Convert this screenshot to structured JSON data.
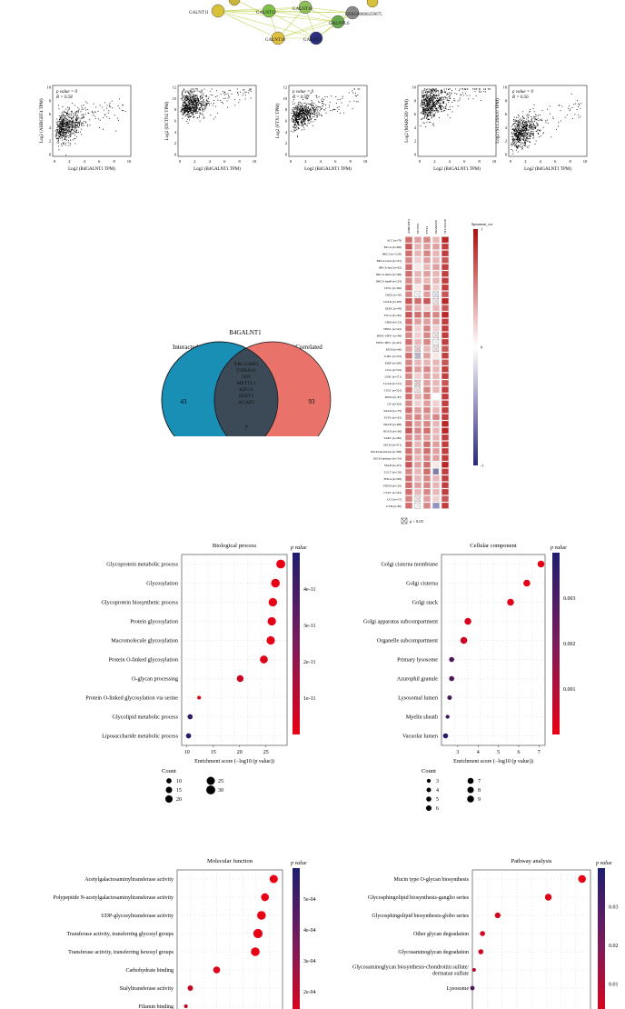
{
  "network": {
    "nodes": [
      {
        "label": "GALNT11"
      },
      {
        "label": "GALNT12"
      },
      {
        "label": "GALNT16"
      },
      {
        "label": "ENSG00000259075"
      },
      {
        "label": "GALNTL6"
      },
      {
        "label": "GALNT18"
      },
      {
        "label": "GALNT3"
      }
    ],
    "colors": [
      "#d9c23a",
      "#7fbf4a",
      "#8fbf5a",
      "#8a8a8a",
      "#6aa84f",
      "#e0c040",
      "#2a2f7f"
    ]
  },
  "scatter_panels": [
    {
      "stat_p": "p value = 0",
      "stat_r": "R = 0.58",
      "xlabel": "Log2 (B4GALNT1 TPM)",
      "ylabel": "Log2 (AHRGEF4 TPM)",
      "ymax": 10,
      "xmax": 10,
      "xticks": [
        "0",
        "2",
        "4",
        "6",
        "8",
        "10"
      ],
      "yticks": [
        "0",
        "2",
        "4",
        "6",
        "8",
        "10"
      ]
    },
    {
      "stat_p": "p value = 0",
      "stat_r": "R = 0.49",
      "xlabel": "Log2 (B4GALNT1 TPM)",
      "ylabel": "Log2 (DCTN2 TPM)",
      "ymax": 12,
      "xmax": 10,
      "xticks": [
        "0",
        "2",
        "4",
        "6",
        "8",
        "10"
      ],
      "yticks": [
        "0",
        "2",
        "4",
        "6",
        "8",
        "10",
        "12"
      ]
    },
    {
      "stat_p": "p value = 0",
      "stat_r": "R = 0.56",
      "xlabel": "Log2 (B4GALNT1 TPM)",
      "ylabel": "Log2 (FTX1 TPM)",
      "ymax": 12,
      "xmax": 10,
      "xticks": [
        "0",
        "2",
        "4",
        "6",
        "8",
        "10"
      ],
      "yticks": [
        "0",
        "2",
        "4",
        "6",
        "8",
        "10",
        "12"
      ]
    },
    {
      "stat_p": "p value = 0",
      "stat_r": "R = 0.47",
      "xlabel": "Log2 (B4GALNT1 TPM)",
      "ylabel": "Log2 (MARCH9 TPM)",
      "ymax": 10,
      "xmax": 10,
      "xticks": [
        "0",
        "2",
        "4",
        "6",
        "8",
        "10"
      ],
      "yticks": [
        "0",
        "2",
        "4",
        "6",
        "8",
        "10"
      ]
    },
    {
      "stat_p": "p value = 0",
      "stat_r": "R = 0.56",
      "xlabel": "Log2 (B4GALNT1 TPM)",
      "ylabel": "Log2 (SLC26A10 TPM)",
      "ymax": 10,
      "xmax": 10,
      "xticks": [
        "0",
        "2",
        "4",
        "6",
        "8",
        "10"
      ],
      "yticks": [
        "0",
        "2",
        "4",
        "6",
        "8",
        "10"
      ]
    }
  ],
  "venn": {
    "title": "B4GALNT1",
    "left_label": "Interacted",
    "right_label": "Correlated",
    "left_count": "43",
    "right_count": "93",
    "overlap_count": "7",
    "overlap_genes": [
      "XRCC6BP1",
      "TSPAN31",
      "OS9",
      "METTL1",
      "KIF5A",
      "DDIT3",
      "AGAP2"
    ],
    "left_color": "#1a8fb5",
    "right_color": "#e9736a",
    "overlap_color": "#3c4a57"
  },
  "heatmap": {
    "genes": [
      "AHRGEF4",
      "DCTN2",
      "FTX1",
      "MARCH9",
      "SLC26A10"
    ],
    "cancers": [
      "ACC (n=79)",
      "BLCA (n=408)",
      "BRCA (n=1100)",
      "BRCA-basal (n=191)",
      "BRCA-her2 (n=82)",
      "BRCA-lumA (n=568)",
      "BRCA-lumB (n=219)",
      "CESC (n=306)",
      "CHOL (n=36)",
      "COAD (n=458)",
      "DLBC (n=48)",
      "ESCA (n=185)",
      "GBM (n=153)",
      "HNSC (n=522)",
      "HNSC-HPV+ (n=98)",
      "HNSC-HPV- (n=422)",
      "KICH (n=66)",
      "KIRC (n=533)",
      "KIRP (n=290)",
      "LGG (n=516)",
      "LIHC (n=371)",
      "LUAD (n=515)",
      "LUSC (n=501)",
      "MESO (n=87)",
      "OV (n=303)",
      "PAAD (n=179)",
      "PCPG (n=181)",
      "PRAD (n=498)",
      "READ (n=166)",
      "SARC (n=260)",
      "SKCM (n=471)",
      "SKCM-metastasis (n=368)",
      "SKCM-primary (n=103)",
      "STAD (n=415)",
      "TGCT (n=150)",
      "THCA (n=509)",
      "THYM (n=120)",
      "UCEC (n=545)",
      "UCS (n=57)",
      "UVM (n=80)"
    ],
    "legend_title": "Spearman_cor",
    "legend_ticks": [
      "1",
      "0",
      "-1"
    ],
    "ns_label": "p > 0.05",
    "sig_label": "p≤0.05",
    "values": [
      [
        0.6,
        0.4,
        0.5,
        0.3,
        0.9
      ],
      [
        0.7,
        0.3,
        0.4,
        0.4,
        0.8
      ],
      [
        0.6,
        0.3,
        0.5,
        0.3,
        0.8
      ],
      [
        0.5,
        0.2,
        0.4,
        0.3,
        0.7
      ],
      [
        0.6,
        0.1,
        0.3,
        0.4,
        0.8
      ],
      [
        0.6,
        0.3,
        0.4,
        0.3,
        0.8
      ],
      [
        0.5,
        0.3,
        0.3,
        0.3,
        0.8
      ],
      [
        0.6,
        0.1,
        0.5,
        0.2,
        0.8
      ],
      [
        0.5,
        0.0,
        0.4,
        -0.1,
        0.7
      ],
      [
        0.7,
        0.6,
        0.7,
        0.1,
        0.9
      ],
      [
        0.5,
        0.3,
        0.2,
        0.3,
        0.7
      ],
      [
        0.7,
        0.6,
        0.6,
        0.5,
        0.9
      ],
      [
        0.6,
        0.4,
        0.4,
        0.4,
        0.8
      ],
      [
        0.6,
        0.2,
        0.5,
        0.2,
        0.8
      ],
      [
        0.5,
        0.2,
        0.5,
        0.1,
        0.8
      ],
      [
        0.6,
        0.3,
        0.5,
        0.0,
        0.8
      ],
      [
        0.4,
        0.2,
        0.3,
        0.1,
        0.7
      ],
      [
        0.6,
        -0.3,
        0.4,
        0.1,
        0.8
      ],
      [
        0.5,
        0.3,
        0.3,
        0.3,
        0.7
      ],
      [
        0.6,
        0.4,
        0.5,
        0.3,
        0.8
      ],
      [
        0.5,
        0.2,
        0.4,
        0.3,
        0.8
      ],
      [
        0.5,
        0.2,
        0.4,
        0.3,
        0.7
      ],
      [
        0.6,
        0.1,
        0.5,
        0.3,
        0.8
      ],
      [
        0.6,
        0.3,
        0.5,
        0.0,
        0.8
      ],
      [
        0.5,
        0.2,
        0.4,
        0.2,
        0.8
      ],
      [
        0.6,
        0.4,
        0.5,
        0.3,
        0.8
      ],
      [
        0.5,
        0.5,
        0.4,
        0.5,
        0.8
      ],
      [
        0.6,
        0.4,
        0.5,
        0.3,
        0.9
      ],
      [
        0.7,
        0.5,
        0.6,
        0.3,
        0.9
      ],
      [
        0.5,
        0.4,
        0.4,
        0.3,
        0.8
      ],
      [
        0.6,
        0.3,
        0.6,
        0.4,
        0.8
      ],
      [
        0.6,
        0.4,
        0.6,
        0.4,
        0.8
      ],
      [
        0.6,
        0.3,
        0.5,
        0.4,
        0.8
      ],
      [
        0.7,
        0.4,
        0.6,
        0.1,
        0.9
      ],
      [
        0.5,
        0.3,
        0.6,
        -0.6,
        0.8
      ],
      [
        0.6,
        0.3,
        0.5,
        0.3,
        0.8
      ],
      [
        0.6,
        0.4,
        0.5,
        0.3,
        0.8
      ],
      [
        0.6,
        0.3,
        0.5,
        0.3,
        0.8
      ],
      [
        0.5,
        0.1,
        0.4,
        0.2,
        0.7
      ],
      [
        0.6,
        0.0,
        0.5,
        -0.5,
        0.8
      ]
    ],
    "ns_cells": [
      [
        8,
        1
      ],
      [
        8,
        3
      ],
      [
        9,
        3
      ],
      [
        14,
        3
      ],
      [
        15,
        3
      ],
      [
        16,
        1
      ],
      [
        16,
        3
      ],
      [
        17,
        1
      ],
      [
        21,
        1
      ],
      [
        22,
        1
      ],
      [
        34,
        3
      ],
      [
        38,
        1
      ],
      [
        39,
        1
      ]
    ]
  },
  "chart_data": [
    {
      "type": "scatter",
      "title": "Biological process",
      "xlabel": "Enrichment score (−log10 (p value))",
      "color_label": "p value",
      "xlim": [
        9,
        29
      ],
      "xticks": [
        10,
        15,
        20,
        25
      ],
      "color_range": [
        1e-13,
        5e-11
      ],
      "color_ticks": [
        "4e-11",
        "3e-11",
        "2e-11",
        "1e-11"
      ],
      "size_legend_title": "Count",
      "size_legend": [
        10,
        15,
        20,
        25,
        30
      ],
      "categories": [
        "Glycoprotein metabolic process",
        "Glycosylation",
        "Glycoprotein biosynthetic process",
        "Protein glycosylation",
        "Macromolecule glycosylation",
        "Protein O-linked glycosylation",
        "O-glycan processing",
        "Protein O-linked glycosylation via serine",
        "Glycolipid metabolic process",
        "Liposaccharide metabolic process"
      ],
      "x": [
        27.8,
        26.8,
        26.3,
        26.1,
        25.9,
        24.6,
        20.1,
        12.3,
        10.6,
        10.3
      ],
      "count": [
        30,
        28,
        27,
        26,
        26,
        23,
        17,
        5,
        10,
        10
      ],
      "pvalue": [
        1e-13,
        2e-13,
        5e-13,
        8e-13,
        1.2e-12,
        2e-12,
        8e-12,
        2e-12,
        4.5e-11,
        4.8e-11
      ]
    },
    {
      "type": "scatter",
      "title": "Cellular component",
      "xlabel": "Enrichment score (−log10 (p value))",
      "color_label": "p value",
      "xlim": [
        2.2,
        7.3
      ],
      "xticks": [
        3,
        4,
        5,
        6,
        7
      ],
      "color_range": [
        0,
        0.0035
      ],
      "color_ticks": [
        "0.003",
        "0.002",
        "0.001"
      ],
      "size_legend_title": "Count",
      "size_legend": [
        3,
        4,
        5,
        6,
        7,
        8,
        9
      ],
      "categories": [
        "Golgi cisterna membrane",
        "Golgi cisterna",
        "Golgi stack",
        "Golgi apparatus subcompartment",
        "Organelle subcompartment",
        "Primary lysosome",
        "Azurophil granule",
        "Lysosomal lumen",
        "Myelin sheath",
        "Vacuolar lumen"
      ],
      "x": [
        7.1,
        6.4,
        5.6,
        3.5,
        3.3,
        2.7,
        2.7,
        2.6,
        2.5,
        2.4
      ],
      "count": [
        9,
        9,
        9,
        9,
        9,
        5,
        5,
        4,
        3,
        5
      ],
      "pvalue": [
        1e-05,
        3e-05,
        0.0001,
        0.0003,
        0.0005,
        0.0027,
        0.0027,
        0.0028,
        0.003,
        0.0034
      ]
    },
    {
      "type": "scatter",
      "title": "Molecular function",
      "color_label": "p value",
      "xlim": [
        3,
        15
      ],
      "color_range": [
        0,
        0.0006
      ],
      "color_ticks": [
        "5e-04",
        "4e-04",
        "3e-04",
        "2e-04"
      ],
      "categories": [
        "Acetylgalactosaminyltransferase activity",
        "Polypeptide N-acetylgalactosaminyltransferase activity",
        "UDP-glycosyltransferase activity",
        "Transferase activity, transferring glycosyl groups",
        "Transferase activity, transferring hexosyl groups",
        "Carbohydrate binding",
        "Sialyltransferase activity",
        "Filamin binding"
      ],
      "x": [
        14.0,
        13.0,
        12.6,
        12.2,
        11.9,
        7.5,
        4.5,
        4.0
      ],
      "count": [
        14,
        13,
        16,
        18,
        16,
        10,
        6,
        3
      ],
      "pvalue": [
        1e-06,
        2e-06,
        3e-06,
        4e-06,
        5e-06,
        2e-05,
        0.0001,
        0.00012
      ]
    },
    {
      "type": "scatter",
      "title": "Pathway analysis",
      "color_label": "p value",
      "xlim": [
        0,
        7
      ],
      "color_range": [
        0.003,
        0.035
      ],
      "color_ticks": [
        "0.03",
        "0.02",
        "0.01"
      ],
      "categories": [
        "Mucin type O-glycan biosynthesis",
        "Glycosphingolipid biosynthesis-ganglio series",
        "Glycosphingolipid biosynthesis-globo series",
        "Other glycan degradation",
        "Glycosaminoglycan degradation",
        "Glycosaminoglycan biosynthesis-chondroitin sulfate/\ndermatan sulfate",
        "Lysosome"
      ],
      "x": [
        6.5,
        4.5,
        1.5,
        0.6,
        0.5,
        0.1,
        0.0
      ],
      "count": [
        9,
        7,
        5,
        4,
        4,
        2,
        3
      ],
      "pvalue": [
        0.003,
        0.005,
        0.006,
        0.007,
        0.007,
        0.012,
        0.028
      ]
    }
  ]
}
